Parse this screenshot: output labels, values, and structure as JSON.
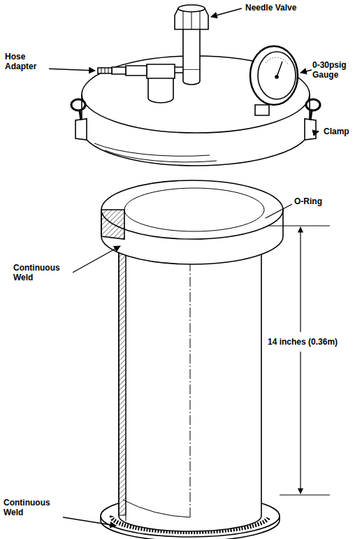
{
  "diagram": {
    "labels": [
      "Needle Valve",
      "Hose Adapter",
      "0-30psig Gauge",
      "Clamp",
      "O-Ring",
      "Continuous Weld",
      "14 inches (0.36m)",
      "Continuous Weld"
    ]
  }
}
